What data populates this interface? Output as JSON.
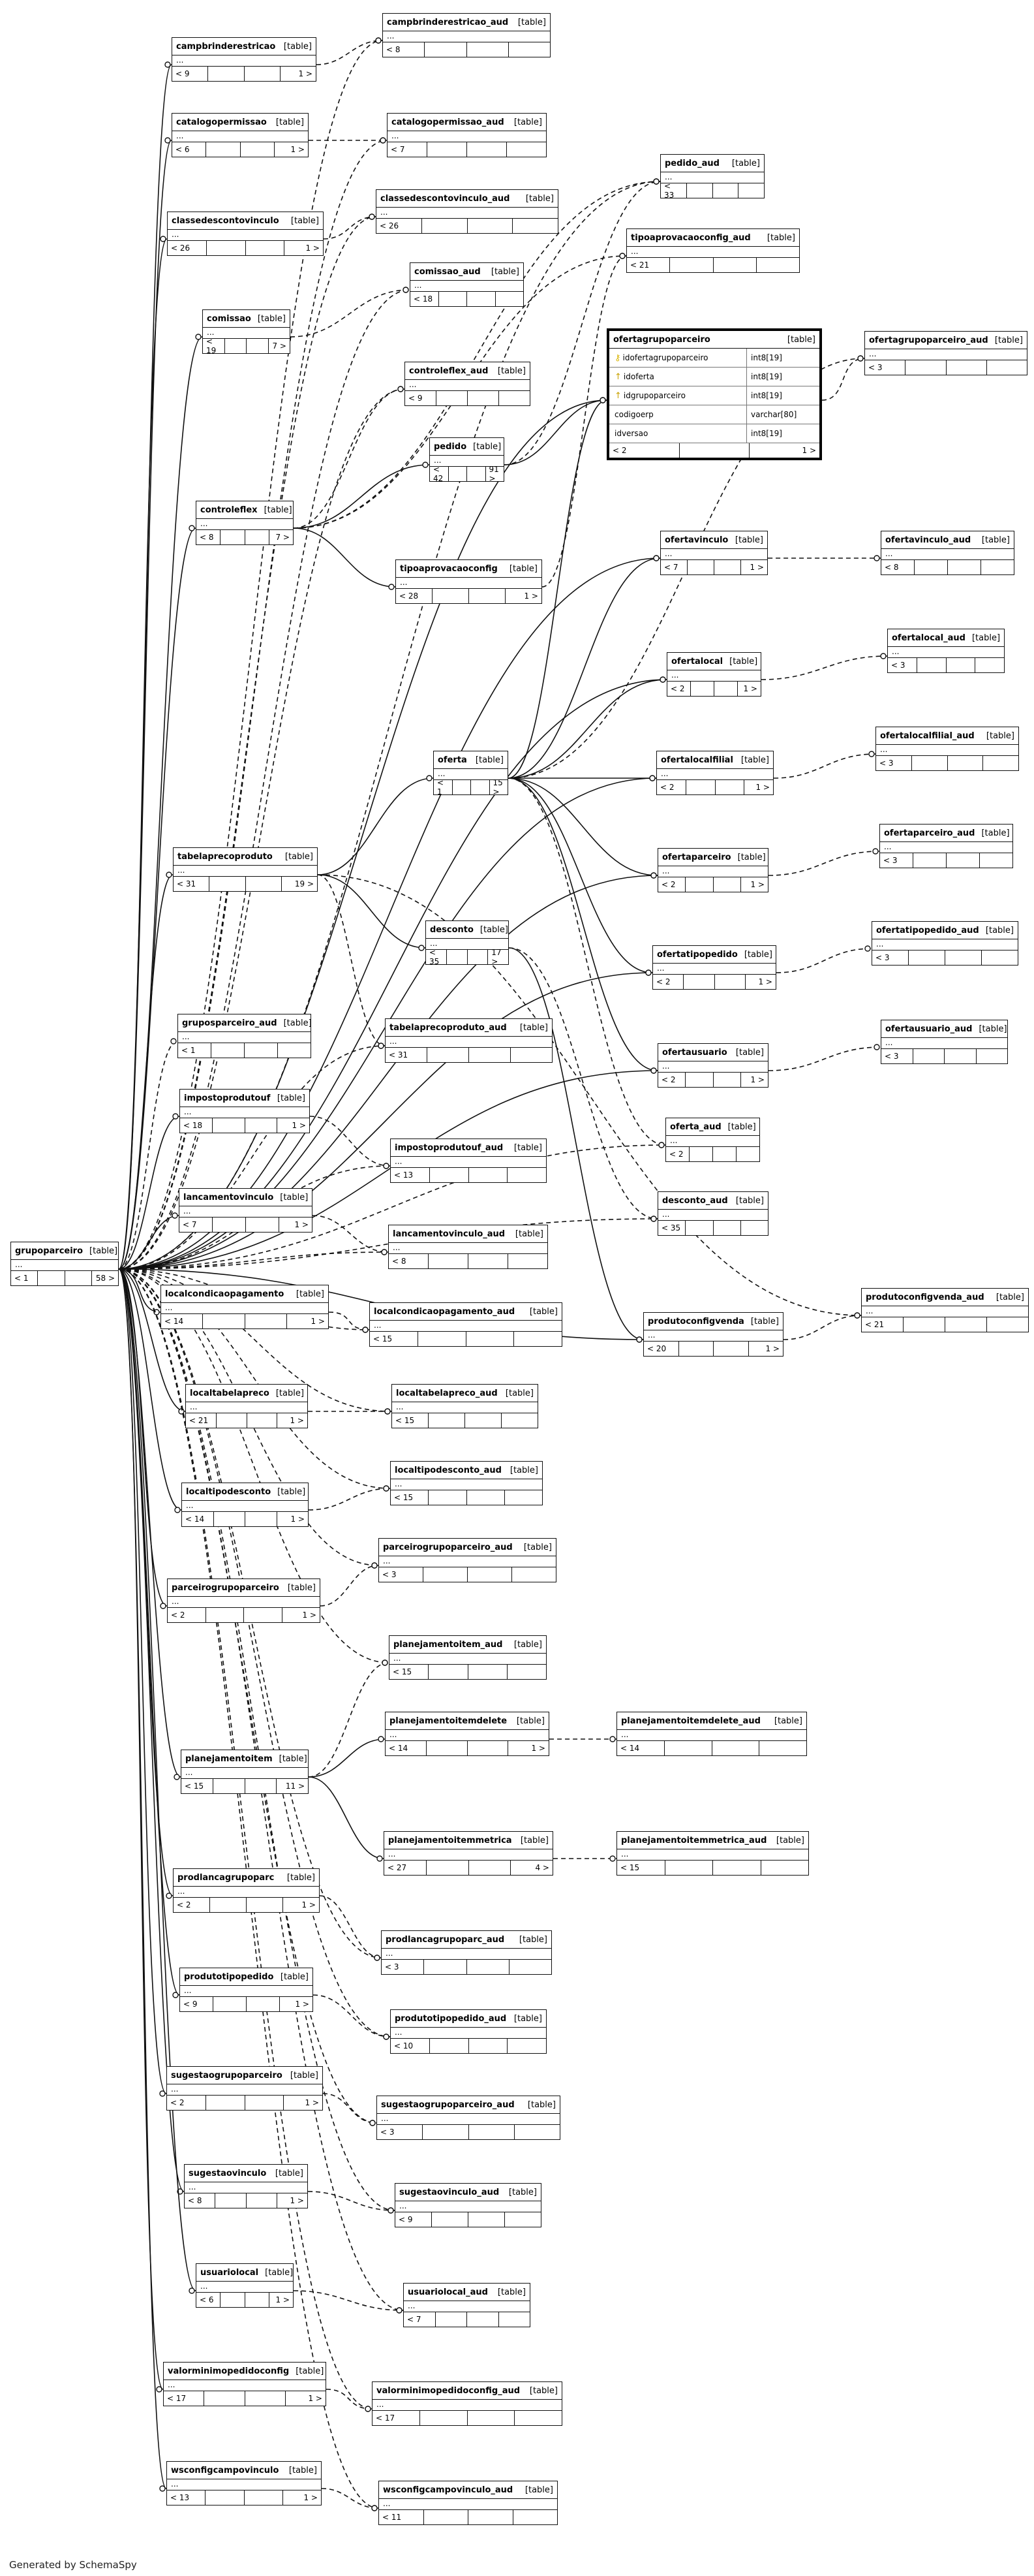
{
  "kind_label": "[table]",
  "ellipsis": "...",
  "footer": "Generated by SchemaSpy",
  "tables": [
    {
      "name": "grupoparceiro",
      "left": "< 1",
      "right": "58 >"
    },
    {
      "name": "campbrinderestricao",
      "left": "< 9",
      "right": "1 >"
    },
    {
      "name": "campbrinderestricao_aud",
      "left": "< 8"
    },
    {
      "name": "catalogopermissao",
      "left": "< 6",
      "right": "1 >"
    },
    {
      "name": "catalogopermissao_aud",
      "left": "< 7"
    },
    {
      "name": "classedescontovinculo",
      "left": "< 26",
      "right": "1 >"
    },
    {
      "name": "classedescontovinculo_aud",
      "left": "< 26"
    },
    {
      "name": "comissao",
      "left": "< 19",
      "right": "7 >"
    },
    {
      "name": "comissao_aud",
      "left": "< 18"
    },
    {
      "name": "controleflex_aud",
      "left": "< 9"
    },
    {
      "name": "pedido",
      "left": "< 42",
      "right": "91 >"
    },
    {
      "name": "controleflex",
      "left": "< 8",
      "right": "7 >"
    },
    {
      "name": "tipoaprovacaoconfig",
      "left": "< 28",
      "right": "1 >"
    },
    {
      "name": "pedido_aud",
      "left": "< 33"
    },
    {
      "name": "tipoaprovacaoconfig_aud",
      "left": "< 21"
    },
    {
      "name": "ofertagrupoparceiro_aud",
      "left": "< 3"
    },
    {
      "name": "ofertavinculo",
      "left": "< 7",
      "right": "1 >"
    },
    {
      "name": "ofertavinculo_aud",
      "left": "< 8"
    },
    {
      "name": "ofertalocal_aud",
      "left": "< 3"
    },
    {
      "name": "ofertalocal",
      "left": "< 2",
      "right": "1 >"
    },
    {
      "name": "oferta",
      "left": "< 1",
      "right": "15 >"
    },
    {
      "name": "ofertalocalfilial",
      "left": "< 2",
      "right": "1 >"
    },
    {
      "name": "ofertalocalfilial_aud",
      "left": "< 3"
    },
    {
      "name": "tabelaprecoproduto",
      "left": "< 31",
      "right": "19 >"
    },
    {
      "name": "ofertaparceiro",
      "left": "< 2",
      "right": "1 >"
    },
    {
      "name": "ofertaparceiro_aud",
      "left": "< 3"
    },
    {
      "name": "desconto",
      "left": "< 35",
      "right": "17 >"
    },
    {
      "name": "ofertatipopedido",
      "left": "< 2",
      "right": "1 >"
    },
    {
      "name": "ofertatipopedido_aud",
      "left": "< 3"
    },
    {
      "name": "gruposparceiro_aud",
      "left": "< 1"
    },
    {
      "name": "tabelaprecoproduto_aud",
      "left": "< 31"
    },
    {
      "name": "ofertausuario",
      "left": "< 2",
      "right": "1 >"
    },
    {
      "name": "ofertausuario_aud",
      "left": "< 3"
    },
    {
      "name": "impostoprodutouf",
      "left": "< 18",
      "right": "1 >"
    },
    {
      "name": "oferta_aud",
      "left": "< 2"
    },
    {
      "name": "impostoprodutouf_aud",
      "left": "< 13"
    },
    {
      "name": "lancamentovinculo",
      "left": "< 7",
      "right": "1 >"
    },
    {
      "name": "desconto_aud",
      "left": "< 35"
    },
    {
      "name": "lancamentovinculo_aud",
      "left": "< 8"
    },
    {
      "name": "localcondicaopagamento",
      "left": "< 14",
      "right": "1 >"
    },
    {
      "name": "produtoconfigvenda",
      "left": "< 20",
      "right": "1 >"
    },
    {
      "name": "produtoconfigvenda_aud",
      "left": "< 21"
    },
    {
      "name": "localcondicaopagamento_aud",
      "left": "< 15"
    },
    {
      "name": "localtabelapreco",
      "left": "< 21",
      "right": "1 >"
    },
    {
      "name": "localtabelapreco_aud",
      "left": "< 15"
    },
    {
      "name": "localtipodesconto",
      "left": "< 14",
      "right": "1 >"
    },
    {
      "name": "localtipodesconto_aud",
      "left": "< 15"
    },
    {
      "name": "parceirogrupoparceiro_aud",
      "left": "< 3"
    },
    {
      "name": "parceirogrupoparceiro",
      "left": "< 2",
      "right": "1 >"
    },
    {
      "name": "planejamentoitem_aud",
      "left": "< 15"
    },
    {
      "name": "planejamentoitemdelete",
      "left": "< 14",
      "right": "1 >"
    },
    {
      "name": "planejamentoitemdelete_aud",
      "left": "< 14"
    },
    {
      "name": "planejamentoitem",
      "left": "< 15",
      "right": "11 >"
    },
    {
      "name": "planejamentoitemmetrica",
      "left": "< 27",
      "right": "4 >"
    },
    {
      "name": "planejamentoitemmetrica_aud",
      "left": "< 15"
    },
    {
      "name": "prodlancagrupoparc",
      "left": "< 2",
      "right": "1 >"
    },
    {
      "name": "prodlancagrupoparc_aud",
      "left": "< 3"
    },
    {
      "name": "produtotipopedido",
      "left": "< 9",
      "right": "1 >"
    },
    {
      "name": "produtotipopedido_aud",
      "left": "< 10"
    },
    {
      "name": "sugestaogrupoparceiro",
      "left": "< 2",
      "right": "1 >"
    },
    {
      "name": "sugestaogrupoparceiro_aud",
      "left": "< 3"
    },
    {
      "name": "sugestaovinculo",
      "left": "< 8",
      "right": "1 >"
    },
    {
      "name": "sugestaovinculo_aud",
      "left": "< 9"
    },
    {
      "name": "usuariolocal",
      "left": "< 6",
      "right": "1 >"
    },
    {
      "name": "usuariolocal_aud",
      "left": "< 7"
    },
    {
      "name": "valorminimopedidoconfig",
      "left": "< 17",
      "right": "1 >"
    },
    {
      "name": "valorminimopedidoconfig_aud",
      "left": "< 17"
    },
    {
      "name": "wsconfigcampovinculo",
      "left": "< 13",
      "right": "1 >"
    },
    {
      "name": "wsconfigcampovinculo_aud",
      "left": "< 11"
    }
  ],
  "focus_table": {
    "name": "ofertagrupoparceiro",
    "left": "< 2",
    "right": "1 >",
    "columns": [
      {
        "name": "idofertagrupoparceiro",
        "type": "int8[19]",
        "pk": true
      },
      {
        "name": "idoferta",
        "type": "int8[19]",
        "fk": true
      },
      {
        "name": "idgrupoparceiro",
        "type": "int8[19]",
        "fk": true
      },
      {
        "name": "codigoerp",
        "type": "varchar[80]"
      },
      {
        "name": "idversao",
        "type": "int8[19]"
      }
    ]
  }
}
